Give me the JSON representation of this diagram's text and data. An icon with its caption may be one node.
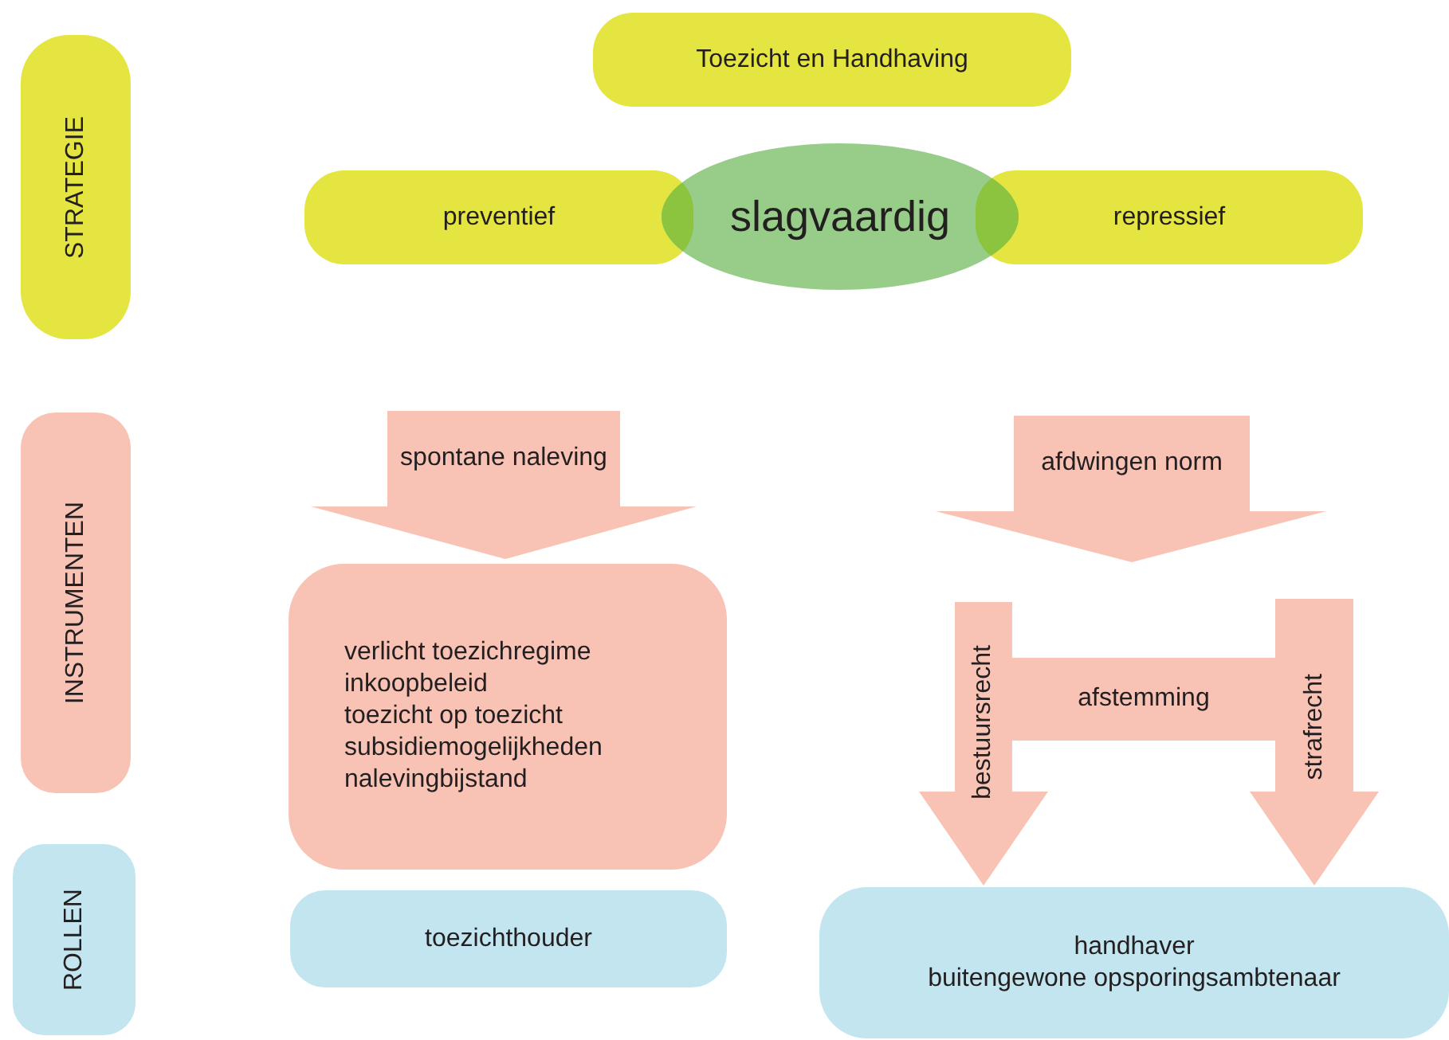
{
  "diagram": {
    "nodes": [
      {
        "text": [
          "STRATEGIE"
        ]
      },
      {
        "text": [
          "INSTRUMENTEN"
        ]
      },
      {
        "text": [
          "ROLLEN"
        ]
      },
      {
        "text": [
          "Toezicht en Handhaving"
        ]
      },
      {
        "text": [
          "preventief"
        ]
      },
      {
        "text": [
          "slagvaardig"
        ]
      },
      {
        "text": [
          "repressief"
        ]
      },
      {
        "text": [
          "spontane naleving"
        ]
      },
      {
        "text": [
          "verlicht toezichregime",
          "inkoopbeleid",
          "toezicht op toezicht",
          "subsidiemogelijkheden",
          "nalevingbijstand"
        ]
      },
      {
        "text": [
          "afdwingen norm"
        ]
      },
      {
        "text": [
          "afstemming"
        ]
      },
      {
        "text": [
          "toezichthouder"
        ]
      },
      {
        "text": [
          "handhaver",
          "buitengewone opsporingsambtenaar"
        ]
      }
    ],
    "edges": [
      {
        "from": 10,
        "to": 12,
        "arrow": "to",
        "label": "bestuursrecht",
        "style": "thick"
      },
      {
        "from": 10,
        "to": 12,
        "arrow": "to",
        "label": "strafrecht",
        "style": "thick"
      }
    ]
  }
}
